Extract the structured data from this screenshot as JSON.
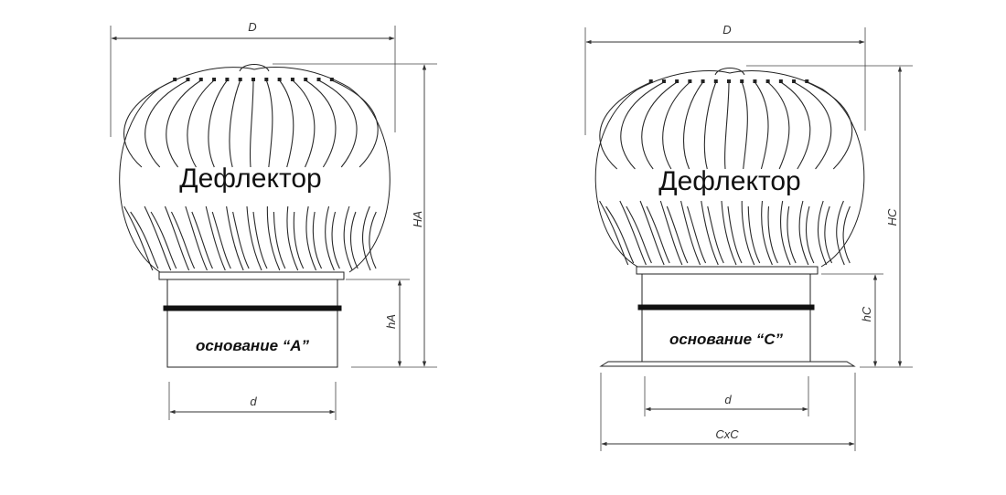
{
  "left_unit": {
    "title": "Дефлектор",
    "base_label": "основание “A”",
    "dim_D": "D",
    "dim_H": "HA",
    "dim_h": "hA",
    "dim_d": "d"
  },
  "right_unit": {
    "title": "Дефлектор",
    "base_label": "основание “C”",
    "dim_D": "D",
    "dim_H": "HC",
    "dim_h": "hC",
    "dim_d": "d",
    "dim_plate": "CxC"
  }
}
